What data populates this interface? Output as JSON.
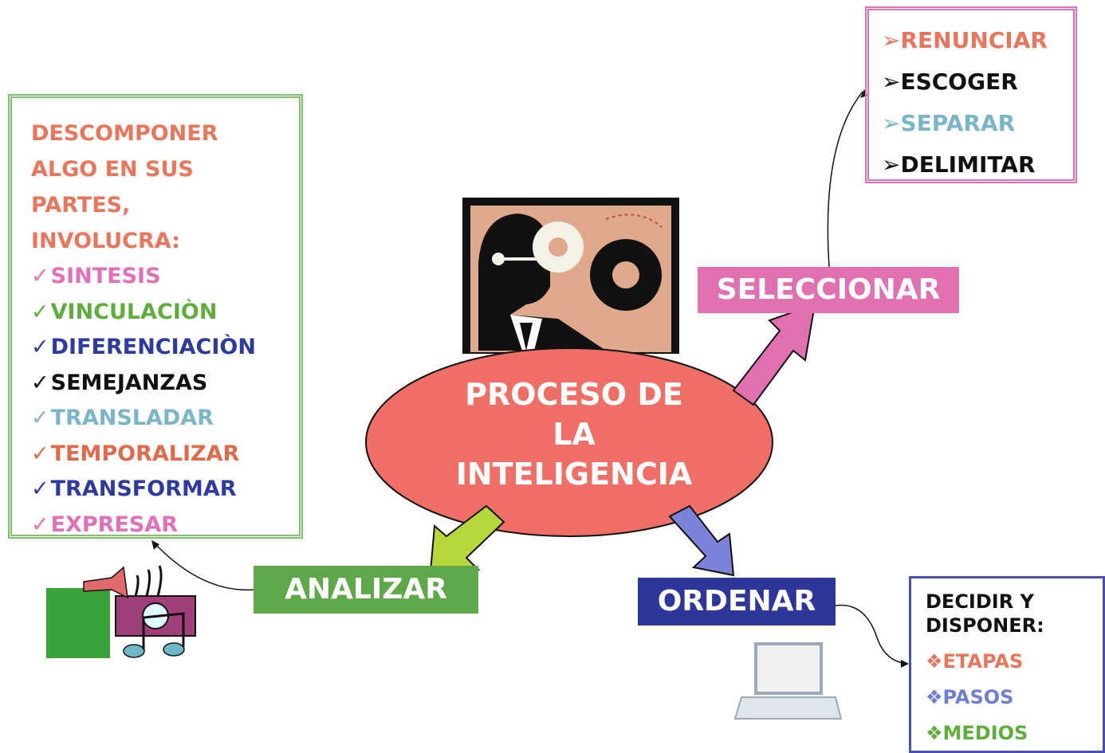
{
  "center": {
    "title_lines": [
      "PROCESO DE",
      "LA",
      "INTELIGENCIA"
    ]
  },
  "branches": {
    "analizar": "ANALIZAR",
    "seleccionar": "SELECCIONAR",
    "ordenar": "ORDENAR"
  },
  "left_box": {
    "intro_lines": [
      "DESCOMPONER",
      "ALGO EN SUS",
      "PARTES,",
      "INVOLUCRA:"
    ],
    "mark": "✓",
    "items": [
      {
        "label": "SINTESIS",
        "color": "#e070b8"
      },
      {
        "label": "VINCULACIÒN",
        "color": "#5fae3c"
      },
      {
        "label": "DIFERENCIACIÒN",
        "color": "#2d3a9e"
      },
      {
        "label": "SEMEJANZAS",
        "color": "#111111"
      },
      {
        "label": "TRANSLADAR",
        "color": "#7ab6c8"
      },
      {
        "label": "TEMPORALIZAR",
        "color": "#e06a4c"
      },
      {
        "label": "TRANSFORMAR",
        "color": "#2d3a9e"
      },
      {
        "label": "EXPRESAR",
        "color": "#e070b8"
      }
    ]
  },
  "select_box": {
    "mark": "➢",
    "items": [
      {
        "label": "RENUNCIAR",
        "color": "#e8765c"
      },
      {
        "label": "ESCOGER",
        "color": "#111111"
      },
      {
        "label": "SEPARAR",
        "color": "#7ab6c8"
      },
      {
        "label": "DELIMITAR",
        "color": "#111111"
      }
    ]
  },
  "order_box": {
    "intro_lines": [
      "DECIDIR Y",
      "DISPONER:"
    ],
    "mark": "❖",
    "items": [
      {
        "label": "ETAPAS",
        "color": "#e8765c"
      },
      {
        "label": "PASOS",
        "color": "#6f7fd0"
      },
      {
        "label": "MEDIOS",
        "color": "#5fae3c"
      }
    ]
  },
  "colors": {
    "ellipse": "#ef6f66",
    "analizar": "#5fa84a",
    "ordenar": "#2f369a",
    "seleccionar": "#e070b0",
    "arrow_analizar": "#b5d93a",
    "arrow_ordenar": "#7b82d8",
    "arrow_seleccionar": "#e070b0"
  },
  "icons": [
    "thinker-gears-image",
    "music-clipart",
    "laptop-clipart"
  ]
}
